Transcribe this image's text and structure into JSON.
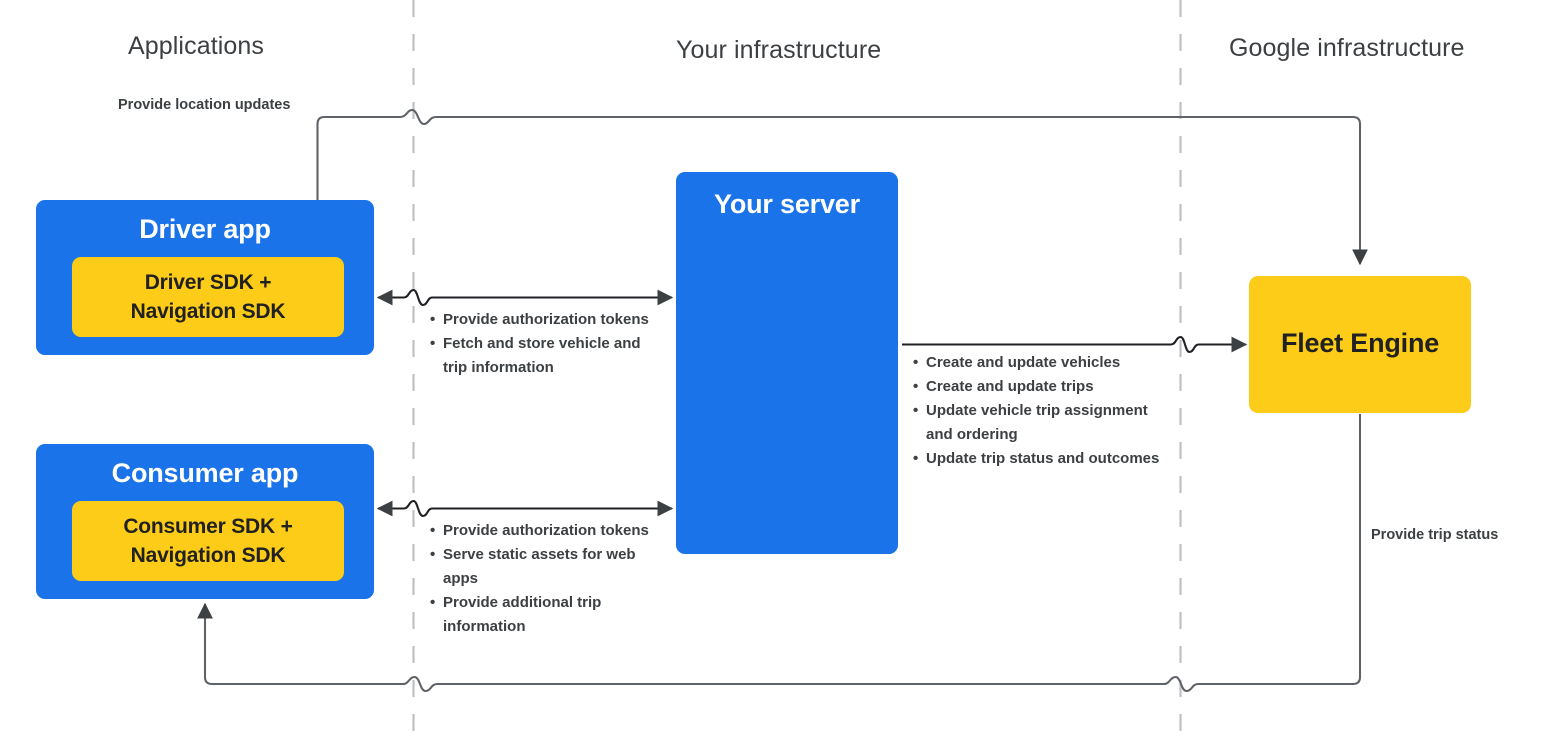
{
  "columns": [
    {
      "id": "applications",
      "label": "Applications"
    },
    {
      "id": "your-infrastructure",
      "label": "Your infrastructure"
    },
    {
      "id": "google-infrastructure",
      "label": "Google infrastructure"
    }
  ],
  "nodes": {
    "driver_app": {
      "title": "Driver app",
      "inner": "Driver SDK +\nNavigation SDK",
      "inner_line1": "Driver SDK +",
      "inner_line2": "Navigation SDK"
    },
    "consumer_app": {
      "title": "Consumer app",
      "inner_line1": "Consumer SDK +",
      "inner_line2": "Navigation SDK"
    },
    "your_server": {
      "title": "Your server"
    },
    "fleet_engine": {
      "title": "Fleet Engine"
    }
  },
  "edges": {
    "location_updates": {
      "label": "Provide location updates"
    },
    "trip_status": {
      "label": "Provide trip status"
    },
    "driver_server": {
      "items": [
        "Provide authorization tokens",
        "Fetch and store vehicle and trip information"
      ]
    },
    "consumer_server": {
      "items": [
        "Provide authorization tokens",
        "Serve static assets for web apps",
        "Provide additional trip information"
      ]
    },
    "server_fleet": {
      "items": [
        "Create and update vehicles",
        "Create and update trips",
        "Update vehicle trip assignment and ordering",
        "Update trip status and outcomes"
      ]
    }
  },
  "colors": {
    "blue": "#1a73e8",
    "yellow": "#fccc18",
    "text_dark": "#3c4043",
    "arrow": "#3c4043",
    "wire": "#5f6368",
    "divider": "#bdc1c6",
    "white": "#ffffff"
  }
}
